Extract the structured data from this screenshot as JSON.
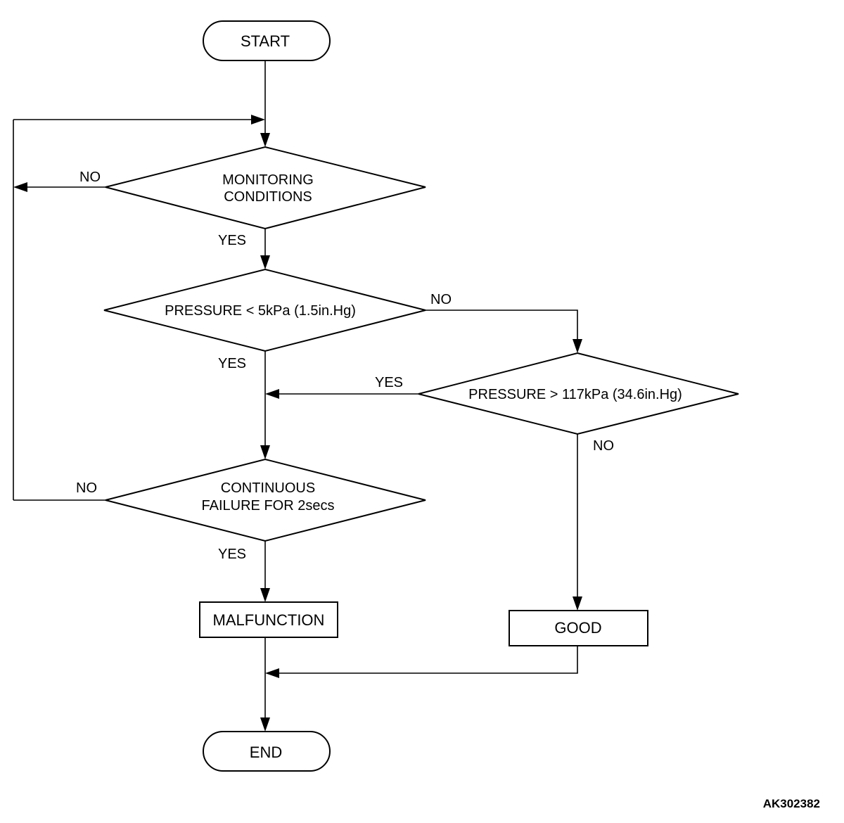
{
  "nodes": {
    "start": {
      "text": "START"
    },
    "monitoring": {
      "line1": "MONITORING",
      "line2": "CONDITIONS"
    },
    "pressure_low": {
      "text": "PRESSURE < 5kPa (1.5in.Hg)"
    },
    "pressure_high": {
      "text": "PRESSURE > 117kPa (34.6in.Hg)"
    },
    "continuous": {
      "line1": "CONTINUOUS",
      "line2": "FAILURE FOR 2secs"
    },
    "malfunction": {
      "text": "MALFUNCTION"
    },
    "good": {
      "text": "GOOD"
    },
    "end": {
      "text": "END"
    }
  },
  "edges": {
    "monitoring_no": "NO",
    "monitoring_yes": "YES",
    "pressure_low_no": "NO",
    "pressure_low_yes": "YES",
    "pressure_high_yes": "YES",
    "pressure_high_no": "NO",
    "continuous_no": "NO",
    "continuous_yes": "YES"
  },
  "figure_code": "AK302382"
}
